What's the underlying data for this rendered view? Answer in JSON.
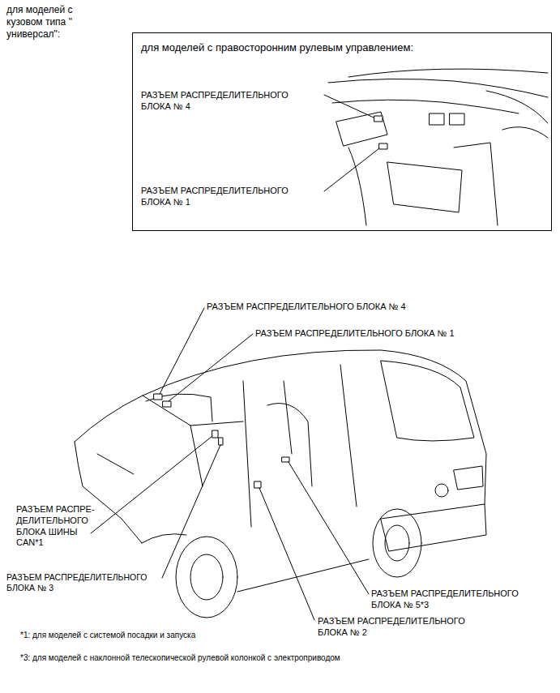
{
  "diagram": {
    "title": "для моделей с кузовом типа \" универсал\":",
    "nodes": [
      {
        "text": [
          "для моделей с правосторонним рулевым управлением:",
          "РАЗЪЕМ РАСПРЕДЕЛИТЕЛЬНОГО БЛОКА № 4",
          "РАЗЪЕМ РАСПРЕДЕЛИТЕЛЬНОГО БЛОКА № 1"
        ]
      }
    ],
    "labels": [
      "РАЗЪЕМ РАСПРЕДЕЛИТЕЛЬНОГО БЛОКА № 4",
      "РАЗЪЕМ РАСПРЕДЕЛИТЕЛЬНОГО БЛОКА № 1",
      "РАЗЪЕМ РАСПРЕ- ДЕЛИТЕЛЬНОГО БЛОКА ШИНЫ CAN*1",
      "РАЗЪЕМ РАСПРЕДЕЛИТЕЛЬНОГО БЛОКА № 3",
      "РАЗЪЕМ РАСПРЕДЕЛИТЕЛЬНОГО БЛОКА № 5*3",
      "РАЗЪЕМ РАСПРЕДЕЛИТЕЛЬНОГО БЛОКА № 2",
      "*1: для моделей с системой посадки и запуска",
      "*3: для моделей с наклонной телескопической рулевой колонкой с электроприводом"
    ]
  }
}
